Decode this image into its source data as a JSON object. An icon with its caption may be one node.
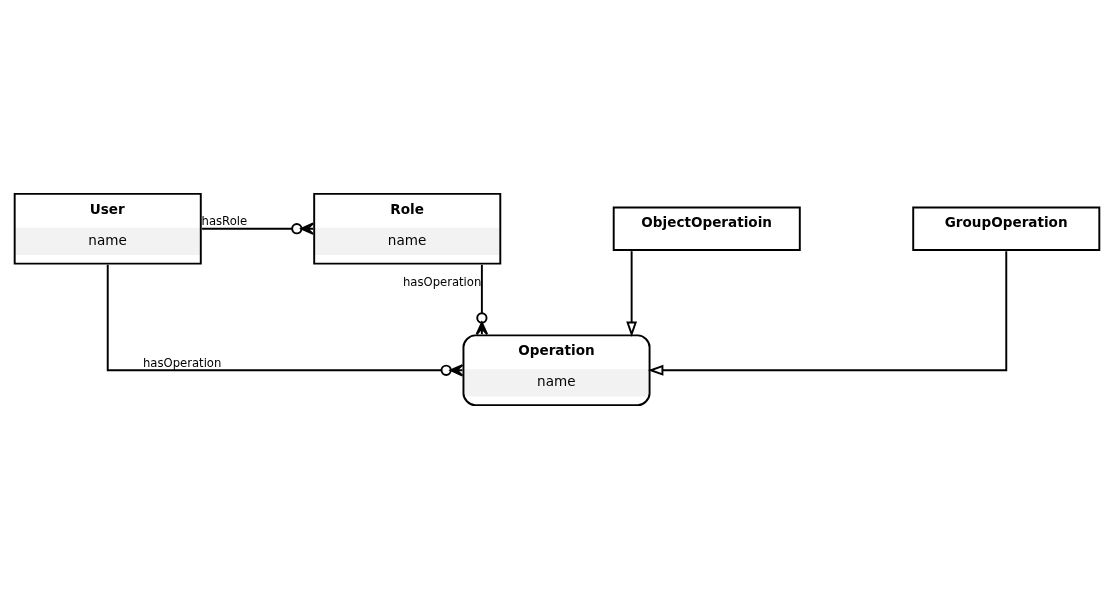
{
  "diagram": {
    "nodes": [
      {
        "text": [
          "User",
          "name"
        ]
      },
      {
        "text": [
          "Role",
          "name"
        ]
      },
      {
        "text": [
          "Operation",
          "name"
        ]
      },
      {
        "text": [
          "ObjectOperatioin"
        ]
      },
      {
        "text": [
          "GroupOperation"
        ]
      }
    ],
    "edges": [
      {
        "from": 0,
        "to": 1,
        "arrow": "other",
        "label": "hasRole"
      },
      {
        "from": 0,
        "to": 2,
        "arrow": "other",
        "label": "hasOperation"
      },
      {
        "from": 1,
        "to": 2,
        "arrow": "other",
        "label": "hasOperation"
      },
      {
        "from": 3,
        "to": 2,
        "arrow": "to"
      },
      {
        "from": 4,
        "to": 2,
        "arrow": "to"
      }
    ]
  }
}
